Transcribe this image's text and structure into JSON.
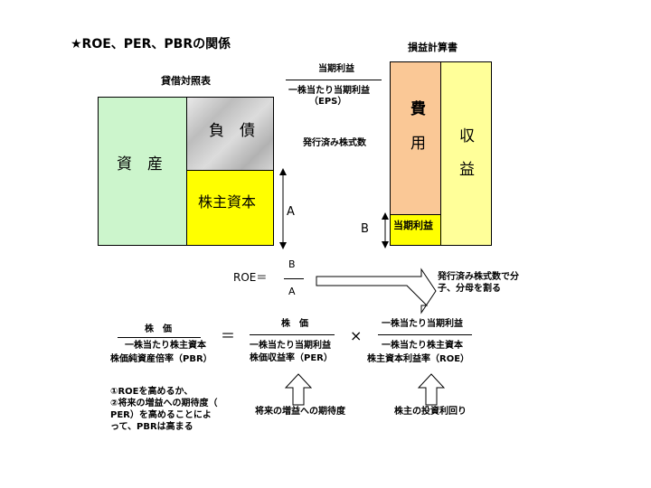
{
  "title": "★ROE、PER、PBRの関係",
  "balance_sheet": {
    "heading": "貸借対照表",
    "assets": "資　産",
    "liabilities": "負　債",
    "equity": "株主資本"
  },
  "income_statement": {
    "heading": "損益計算書",
    "expenses_line1": "費",
    "expenses_line2": "用",
    "revenue_line1": "収",
    "revenue_line2": "益",
    "net_income": "当期利益"
  },
  "eps": {
    "numerator": "当期利益",
    "denominator": "一株当たり当期利益",
    "label": "（EPS）",
    "shares": "発行済み株式数"
  },
  "labels": {
    "a": "A",
    "b": "B"
  },
  "roe": {
    "lhs": "ROE＝",
    "numerator": "B",
    "denominator": "A",
    "note_line1": "発行済み株式数で分",
    "note_line2": "子、分母を割る"
  },
  "equation": {
    "pbr_num": "株　価",
    "pbr_den": "一株当たり株主資本",
    "pbr_name": "株価純資産倍率（PBR）",
    "eq": "＝",
    "per_num": "株　価",
    "per_den": "一株当たり当期利益",
    "per_name": "株価収益率（PER）",
    "times": "×",
    "roe_num": "一株当たり当期利益",
    "roe_den": "一株当たり株主資本",
    "roe_name": "株主資本利益率（ROE）"
  },
  "notes": {
    "pbr_line1": "①ROEを高めるか、",
    "pbr_line2": "②将来の増益への期待度（",
    "pbr_line3": "PER）を高めることによ",
    "pbr_line4": "って、PBRは高まる",
    "per": "将来の増益への期待度",
    "roe": "株主の投資利回り"
  },
  "colors": {
    "assets": "#ccf5cc",
    "liabilities": "#c8c8c8",
    "equity": "#ffff00",
    "expenses": "#fac896",
    "revenue": "#ffff99",
    "net_income": "#ffff00"
  }
}
